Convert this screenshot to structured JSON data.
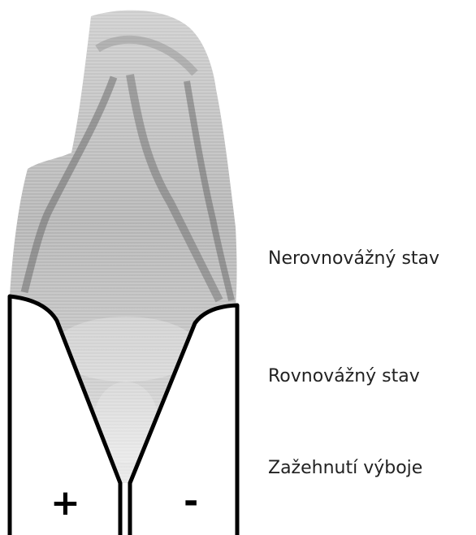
{
  "labels": {
    "nonequilibrium": "Nerovnovážný stav",
    "equilibrium": "Rovnovážný stav",
    "ignition": "Zažehnutí výboje"
  },
  "electrodes": {
    "left_sign": "+",
    "right_sign": "-"
  },
  "colors": {
    "electrode_stroke": "#000000",
    "plasma_dark": "#6f6f6f",
    "plasma_light": "#d9d9d9",
    "label_text": "#222222"
  }
}
